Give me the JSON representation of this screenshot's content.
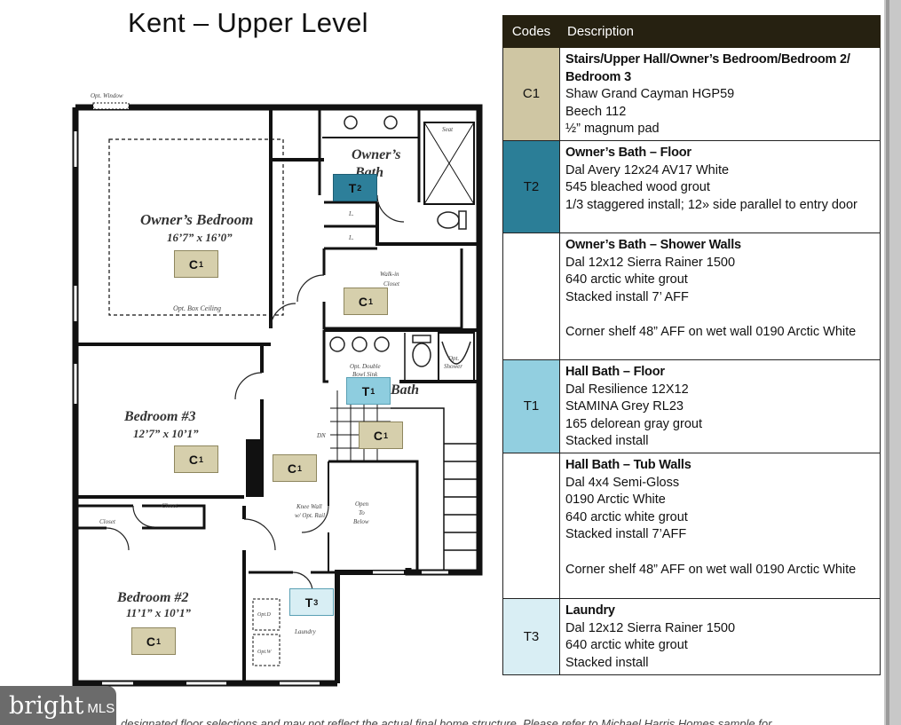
{
  "page": {
    "title": "Kent – Upper Level",
    "disclaimer": "designated floor selections and may not reflect the actual final home structure. Please refer to Michael Harris Homes sample for"
  },
  "plan": {
    "rooms": {
      "owners_bedroom": "Owner’s Bedroom",
      "owners_bedroom_size": "16’7” x 16’0”",
      "opt_box_ceiling": "Opt. Box Ceiling",
      "opt_window": "Opt. Window",
      "owners_bath_1": "Owner’s",
      "owners_bath_2": "Bath",
      "seat": "Seat",
      "walk_in_1": "Walk-in",
      "walk_in_2": "Closet",
      "linen": "L.",
      "bedroom3": "Bedroom #3",
      "bedroom3_size": "12’7” x 10’1”",
      "opt_double_1": "Opt. Double",
      "opt_double_2": "Bowl Sink",
      "bath": "Bath",
      "opt_shower_1": "Opt.",
      "opt_shower_2": "Shower",
      "dn": "DN",
      "closet": "Closet",
      "closet2": "Closet",
      "knee_wall_1": "Knee Wall",
      "knee_wall_2": "w/ Opt. Rail",
      "open_1": "Open",
      "open_2": "To",
      "open_3": "Below",
      "bedroom2": "Bedroom #2",
      "bedroom2_size": "11’1” x 10’1”",
      "laundry": "Laundry",
      "opt_d": "Opt.D",
      "opt_w": "Opt.W"
    },
    "tags": [
      {
        "base": "C",
        "sup": "1"
      },
      {
        "base": "C",
        "sup": "1"
      },
      {
        "base": "C",
        "sup": "1"
      },
      {
        "base": "C",
        "sup": "1"
      },
      {
        "base": "C",
        "sup": "1"
      },
      {
        "base": "C",
        "sup": "1"
      },
      {
        "base": "T",
        "sup": "2"
      },
      {
        "base": "T",
        "sup": "1"
      },
      {
        "base": "T",
        "sup": "3"
      }
    ]
  },
  "table": {
    "header": {
      "codes": "Codes",
      "description": "Description"
    },
    "rows": [
      {
        "code": "C1",
        "color": "#cfc6a3",
        "title": "Stairs/Upper Hall/Owner’s Bedroom/Bedroom 2/ Bedroom 3",
        "lines": [
          "Shaw Grand Cayman HGP59",
          "Beech 112",
          "½” magnum pad"
        ]
      },
      {
        "code": "T2",
        "color": "#2b7e97",
        "title": "Owner’s Bath – Floor",
        "lines": [
          "Dal Avery 12x24 AV17 White",
          "545 bleached wood grout",
          "1/3 staggered install; 12» side parallel to entry door"
        ]
      },
      {
        "code": "",
        "color": "#ffffff",
        "title": "Owner’s Bath – Shower Walls",
        "lines": [
          "Dal 12x12 Sierra Rainer 1500",
          "640 arctic white grout",
          "Stacked install 7’ AFF",
          "",
          "Corner shelf 48” AFF on wet wall 0190 Arctic White"
        ]
      },
      {
        "code": "T1",
        "color": "#92cfe0",
        "title": "Hall Bath – Floor",
        "lines": [
          "Dal Resilience 12X12",
          "StAMINA Grey RL23",
          "165 delorean gray grout",
          "Stacked install"
        ]
      },
      {
        "code": "",
        "color": "#ffffff",
        "title": "Hall Bath – Tub Walls",
        "lines": [
          "Dal 4x4 Semi-Gloss",
          "0190 Arctic White",
          "640 arctic white grout",
          "Stacked install 7’AFF",
          "",
          "Corner shelf 48” AFF on wet wall 0190 Arctic White"
        ]
      },
      {
        "code": "T3",
        "color": "#d9eef4",
        "title": "Laundry",
        "lines": [
          "Dal 12x12 Sierra Rainer 1500",
          "640 arctic white grout",
          "Stacked install"
        ]
      }
    ]
  },
  "logo": {
    "word": "bright",
    "suffix": "MLS"
  }
}
